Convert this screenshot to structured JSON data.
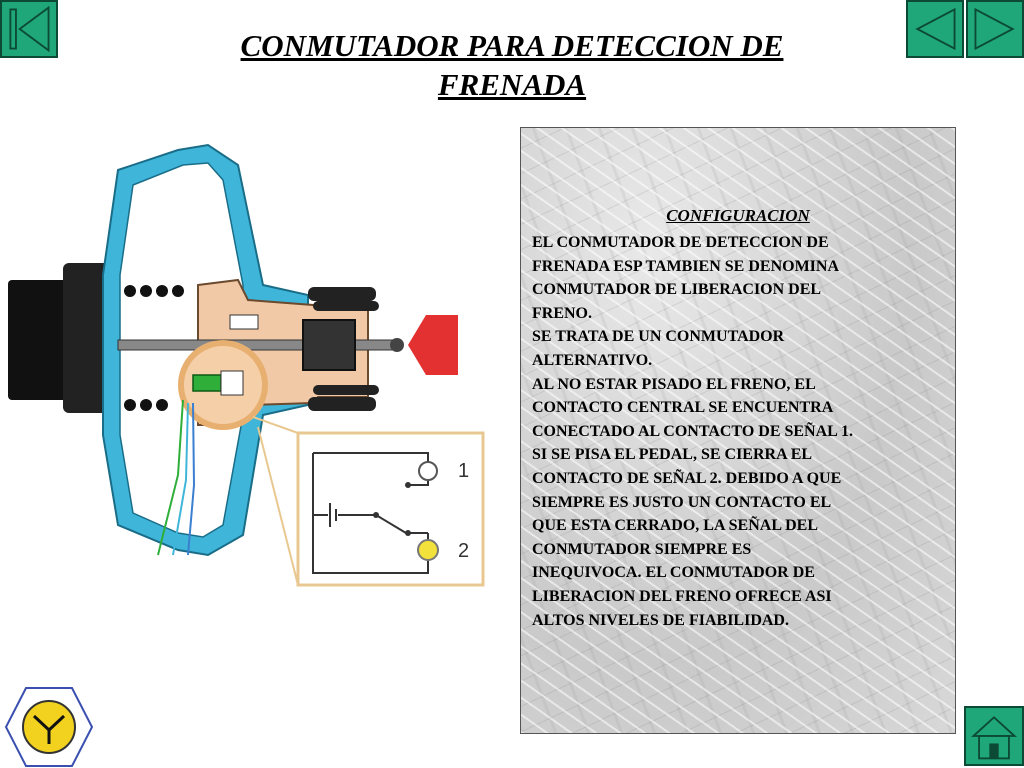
{
  "header": {
    "title_line1": "CONMUTADOR PARA DETECCION DE",
    "title_line2": "FRENADA"
  },
  "navigation": {
    "first_icon": "skip-to-first-icon",
    "prev_icon": "arrow-left-icon",
    "next_icon": "arrow-right-icon",
    "home_icon": "home-icon",
    "color": "#1fa77a"
  },
  "figure": {
    "callout_1": "1",
    "callout_2": "2",
    "colors": {
      "housing": "#3fb6d9",
      "body": "#f2c9a6",
      "switch": "#2fae3a",
      "arrow": "#e33030",
      "lamp_on": "#f2e13a"
    }
  },
  "panel": {
    "heading": "CONFIGURACION",
    "lines": [
      "EL CONMUTADOR DE DETECCION DE",
      "FRENADA ESP TAMBIEN SE DENOMINA",
      "CONMUTADOR DE LIBERACION DEL",
      "FRENO.",
      "SE TRATA DE UN CONMUTADOR",
      "ALTERNATIVO.",
      "AL NO ESTAR PISADO EL FRENO, EL",
      "CONTACTO CENTRAL SE ENCUENTRA",
      "CONECTADO AL CONTACTO DE SEÑAL 1.",
      "SI SE PISA EL PEDAL, SE CIERRA EL",
      "CONTACTO DE SEÑAL 2. DEBIDO A QUE",
      "SIEMPRE ES JUSTO UN CONTACTO EL",
      "QUE ESTA CERRADO, LA SEÑAL DEL",
      "CONMUTADOR SIEMPRE ES",
      "INEQUIVOCA. EL CONMUTADOR DE",
      "LIBERACION DEL FRENO OFRECE ASI",
      "ALTOS NIVELES DE FIABILIDAD."
    ]
  },
  "logo": {
    "icon": "logo-hexagon-icon",
    "color": "#f2d21f"
  }
}
